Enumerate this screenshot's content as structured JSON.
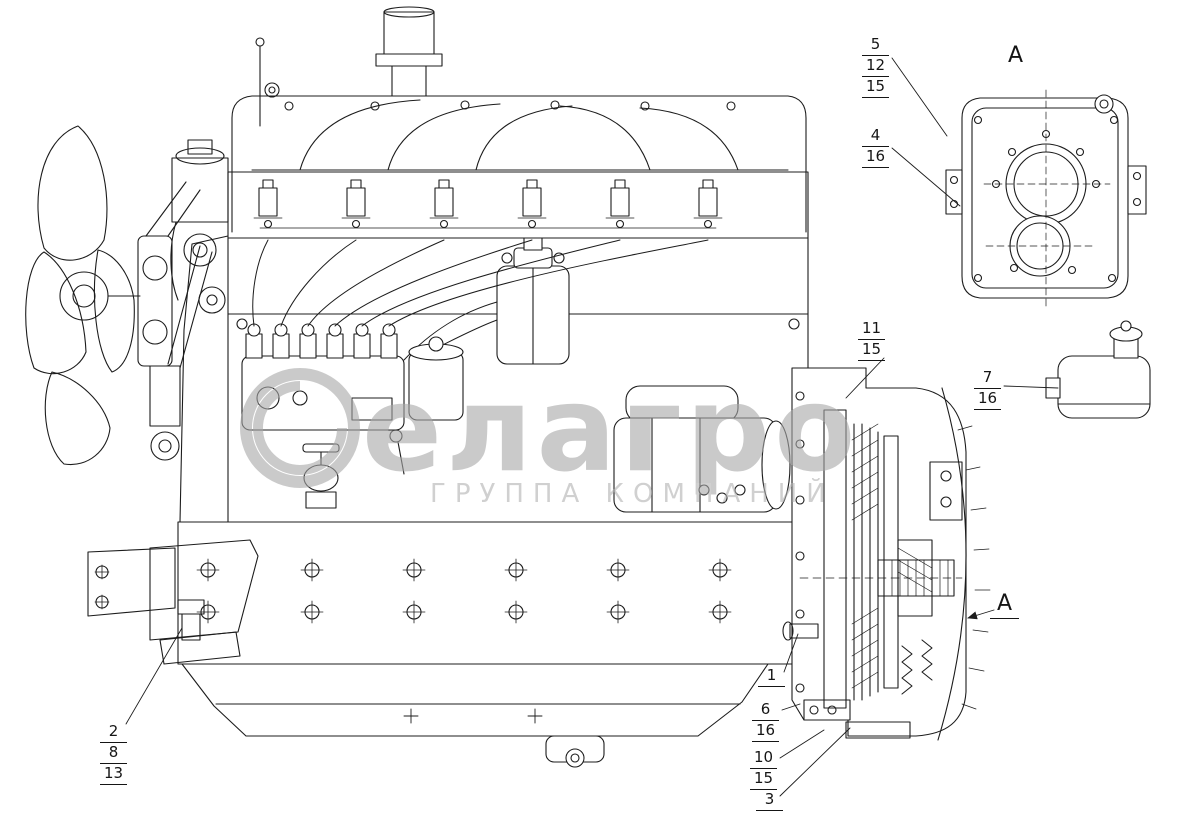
{
  "page": {
    "background": "#ffffff",
    "line_color": "#1c1c1c",
    "watermark_color": "#bdbdbd"
  },
  "watermark": {
    "brand": "елагро",
    "subtitle": "ГРУППА КОМПАНИЙ"
  },
  "view_labels": {
    "detail_top": "A",
    "section_side": "A"
  },
  "callouts": {
    "top_right_upper": [
      "5",
      "12",
      "15"
    ],
    "top_right_lower": [
      "4",
      "16"
    ],
    "mid_right": [
      "11",
      "15"
    ],
    "breather": [
      "7",
      "16"
    ],
    "clutch_1": [
      "1"
    ],
    "clutch_6": [
      "6",
      "16"
    ],
    "clutch_10": [
      "10",
      "15"
    ],
    "clutch_3": [
      "3"
    ],
    "mount_left": [
      "2",
      "8",
      "13"
    ]
  }
}
